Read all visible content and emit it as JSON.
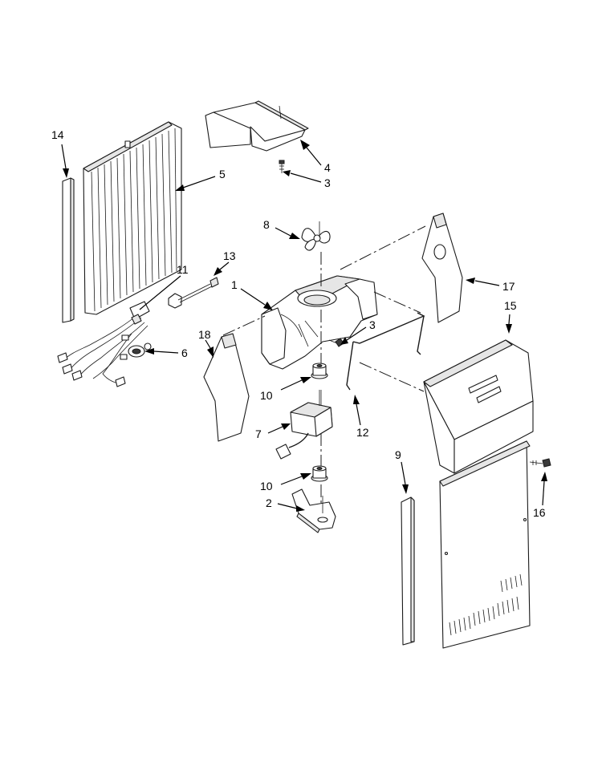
{
  "callouts": [
    {
      "id": "c14",
      "label": "14"
    },
    {
      "id": "c5",
      "label": "5"
    },
    {
      "id": "c4",
      "label": "4"
    },
    {
      "id": "c3a",
      "label": "3"
    },
    {
      "id": "c8",
      "label": "8"
    },
    {
      "id": "c11",
      "label": "11"
    },
    {
      "id": "c13",
      "label": "13"
    },
    {
      "id": "c1",
      "label": "1"
    },
    {
      "id": "c17",
      "label": "17"
    },
    {
      "id": "c15",
      "label": "15"
    },
    {
      "id": "c3b",
      "label": "3"
    },
    {
      "id": "c18",
      "label": "18"
    },
    {
      "id": "c6",
      "label": "6"
    },
    {
      "id": "c10a",
      "label": "10"
    },
    {
      "id": "c12",
      "label": "12"
    },
    {
      "id": "c7",
      "label": "7"
    },
    {
      "id": "c9",
      "label": "9"
    },
    {
      "id": "c10b",
      "label": "10"
    },
    {
      "id": "c16",
      "label": "16"
    },
    {
      "id": "c2",
      "label": "2"
    }
  ]
}
